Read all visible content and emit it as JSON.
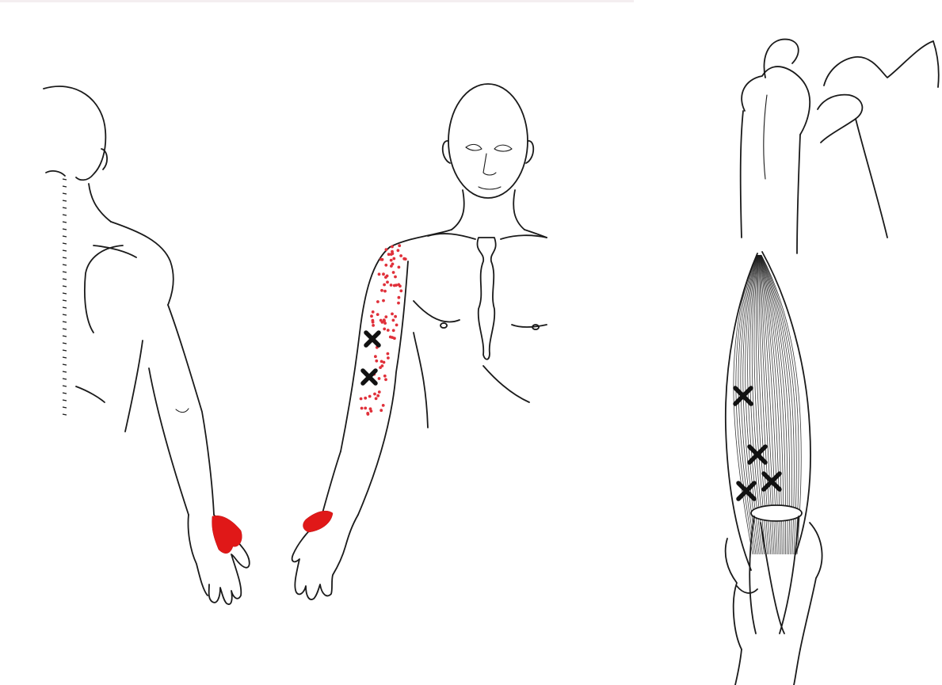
{
  "figure": {
    "views": [
      "posterior-referred-pain",
      "anterior-referred-pain",
      "muscle-anatomy"
    ],
    "colors": {
      "line_art": "#1a1a1a",
      "referred_pain_essential": "#e01818",
      "referred_pain_spillover": "#e0303a",
      "trigger_point_marker": "#111111"
    },
    "trigger_points_anterior_view": 2,
    "trigger_points_muscle_view": 4,
    "icons": [
      "trigger-point-x-icon"
    ]
  }
}
